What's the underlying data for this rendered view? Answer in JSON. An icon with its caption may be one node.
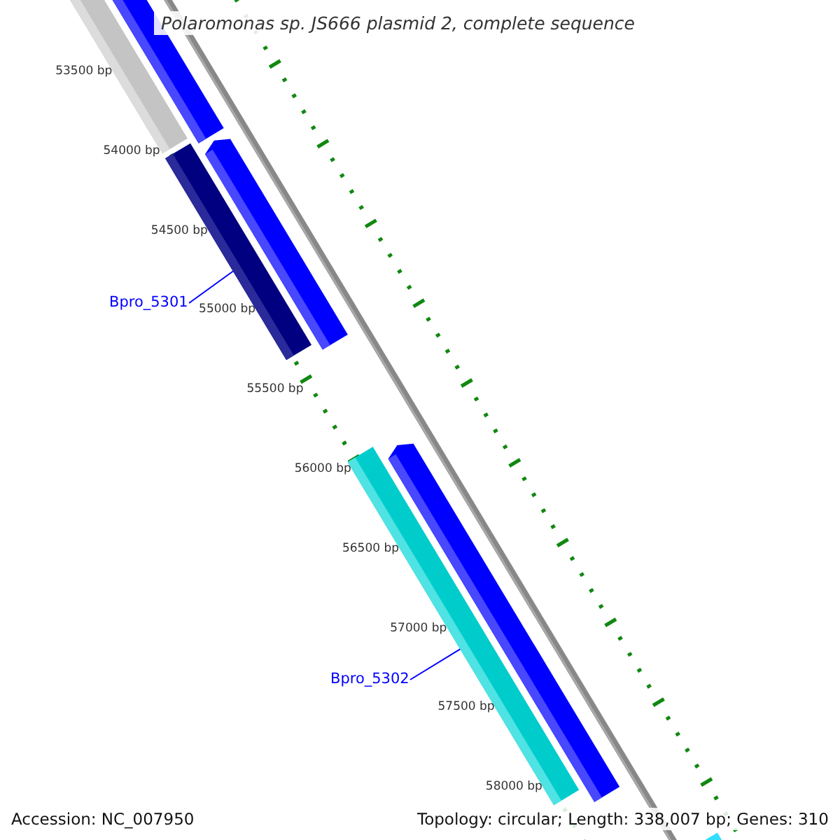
{
  "diagram": {
    "title": "Polaromonas sp. JS666 plasmid 2, complete sequence",
    "nodes": [
      {
        "text": [],
        "shape": "bar"
      },
      {
        "text": [],
        "shape": "bar"
      },
      {
        "text": [],
        "shape": "bar"
      },
      {
        "text": [],
        "shape": "bar"
      },
      {
        "text": [],
        "shape": "bar"
      },
      {
        "text": [],
        "shape": "bar"
      },
      {
        "text": [],
        "shape": "bar"
      },
      {
        "text": [
          "Bpro_5301"
        ]
      },
      {
        "text": [
          "Bpro_5302"
        ]
      }
    ],
    "edges": [
      {
        "from": 7,
        "to": 2,
        "arrow": "none"
      },
      {
        "from": 8,
        "to": 5,
        "arrow": "none"
      }
    ],
    "labels": [
      "53500 bp",
      "54000 bp",
      "54500 bp",
      "55000 bp",
      "55500 bp",
      "56000 bp",
      "56500 bp",
      "57000 bp",
      "57500 bp",
      "58000 bp",
      "Accession: NC_007950",
      "Topology: circular; Length: 338,007 bp; Genes: 310"
    ]
  }
}
